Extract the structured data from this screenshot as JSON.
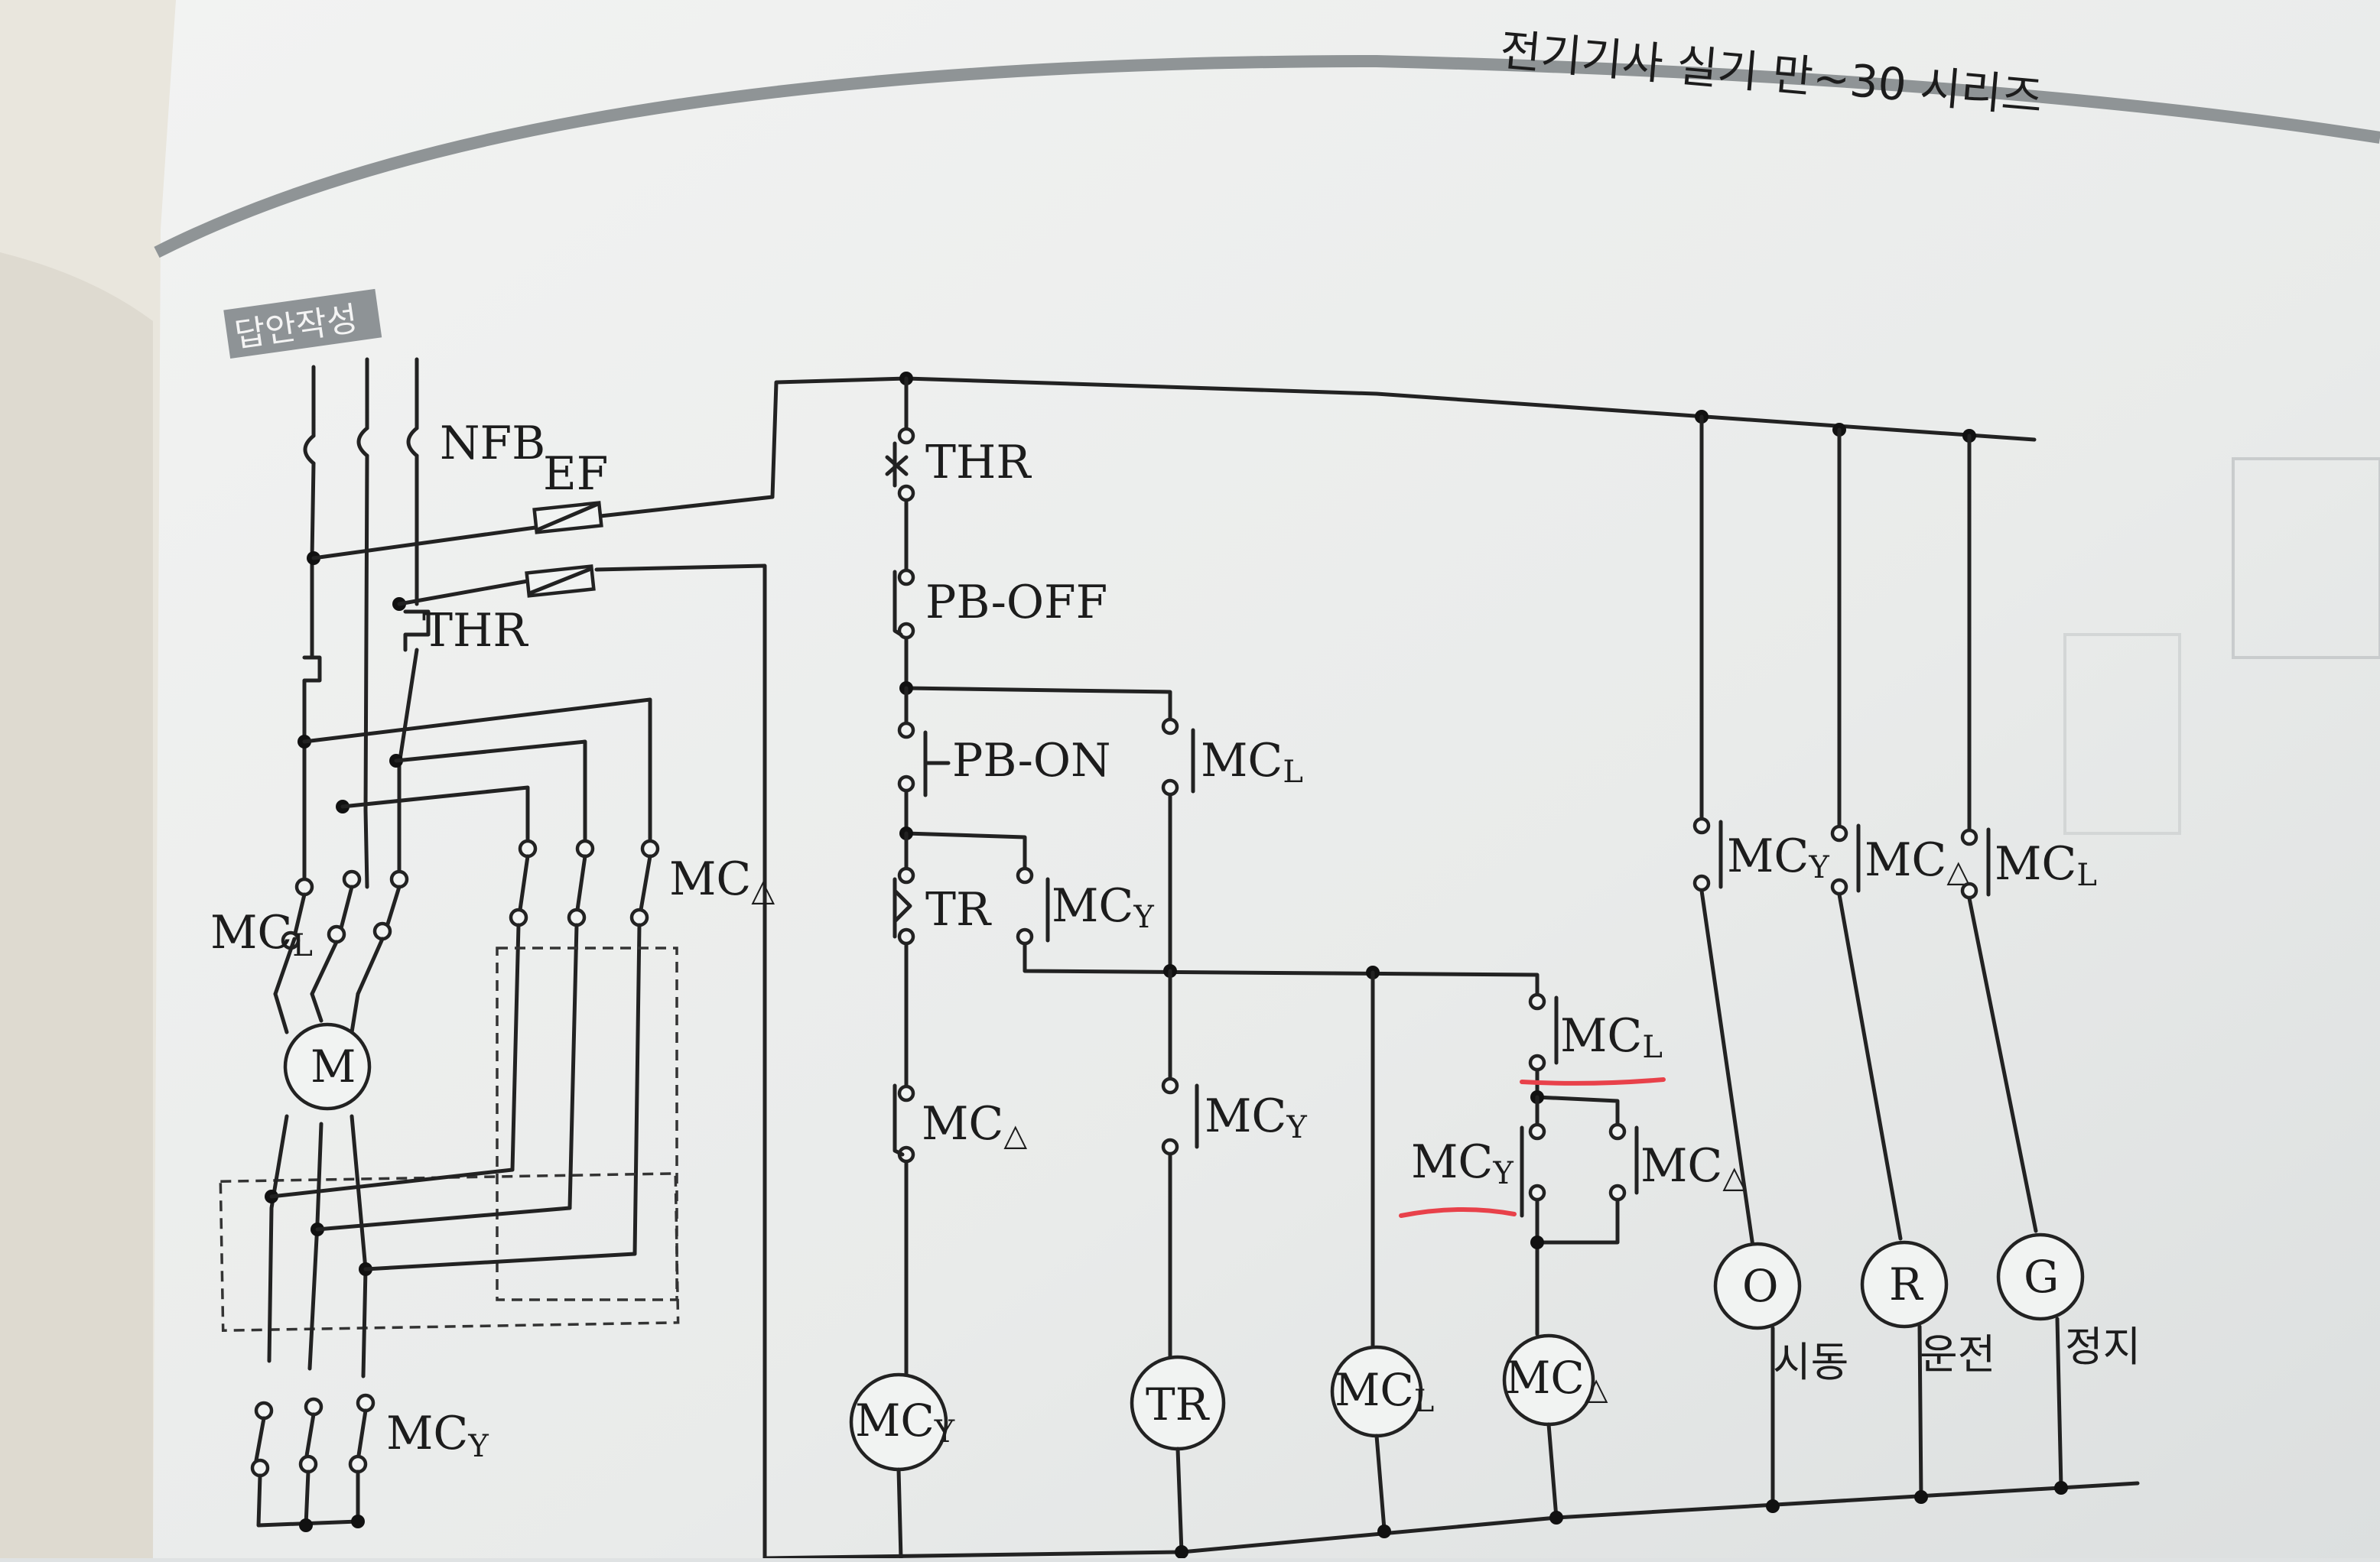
{
  "section": {
    "title": "답안작성"
  },
  "header_faint": {
    "text": "전기기사 실기 만~30 시리즈"
  },
  "main_circuit": {
    "breaker": "NFB",
    "overload": "THR",
    "fuse": "EF",
    "motor": "M",
    "mc_line": {
      "base": "MC",
      "sub": "L"
    },
    "mc_delta": {
      "base": "MC",
      "sub": "△"
    },
    "mc_star": {
      "base": "MC",
      "sub": "Y"
    }
  },
  "control_circuit": {
    "contacts": {
      "thr": "THR",
      "pb_off": "PB-OFF",
      "pb_on": "PB-ON",
      "tr": "TR",
      "mcl_hold": {
        "base": "MC",
        "sub": "L"
      },
      "mcy_tr": {
        "base": "MC",
        "sub": "Y"
      },
      "mcd_interlock": {
        "base": "MC",
        "sub": "△"
      },
      "mcy_interlock": {
        "base": "MC",
        "sub": "Y"
      },
      "mcl_series": {
        "base": "MC",
        "sub": "L"
      },
      "mcy_parallel": {
        "base": "MC",
        "sub": "Y"
      },
      "mcd_parallel": {
        "base": "MC",
        "sub": "△"
      },
      "lamp_mcy": {
        "base": "MC",
        "sub": "Y"
      },
      "lamp_mcd": {
        "base": "MC",
        "sub": "△"
      },
      "lamp_mcl": {
        "base": "MC",
        "sub": "L"
      }
    },
    "coils": {
      "mcy": {
        "base": "MC",
        "sub": "Y"
      },
      "tr": "TR",
      "mcl": {
        "base": "MC",
        "sub": "L"
      },
      "mcd": {
        "base": "MC",
        "sub": "△"
      }
    },
    "lamps": [
      {
        "symbol": "O",
        "caption": "시동"
      },
      {
        "symbol": "R",
        "caption": "운전"
      },
      {
        "symbol": "G",
        "caption": "정지"
      }
    ]
  },
  "colors": {
    "paper": "#eceeed",
    "ink": "#1c1c1c",
    "highlight": "#e8414a"
  }
}
